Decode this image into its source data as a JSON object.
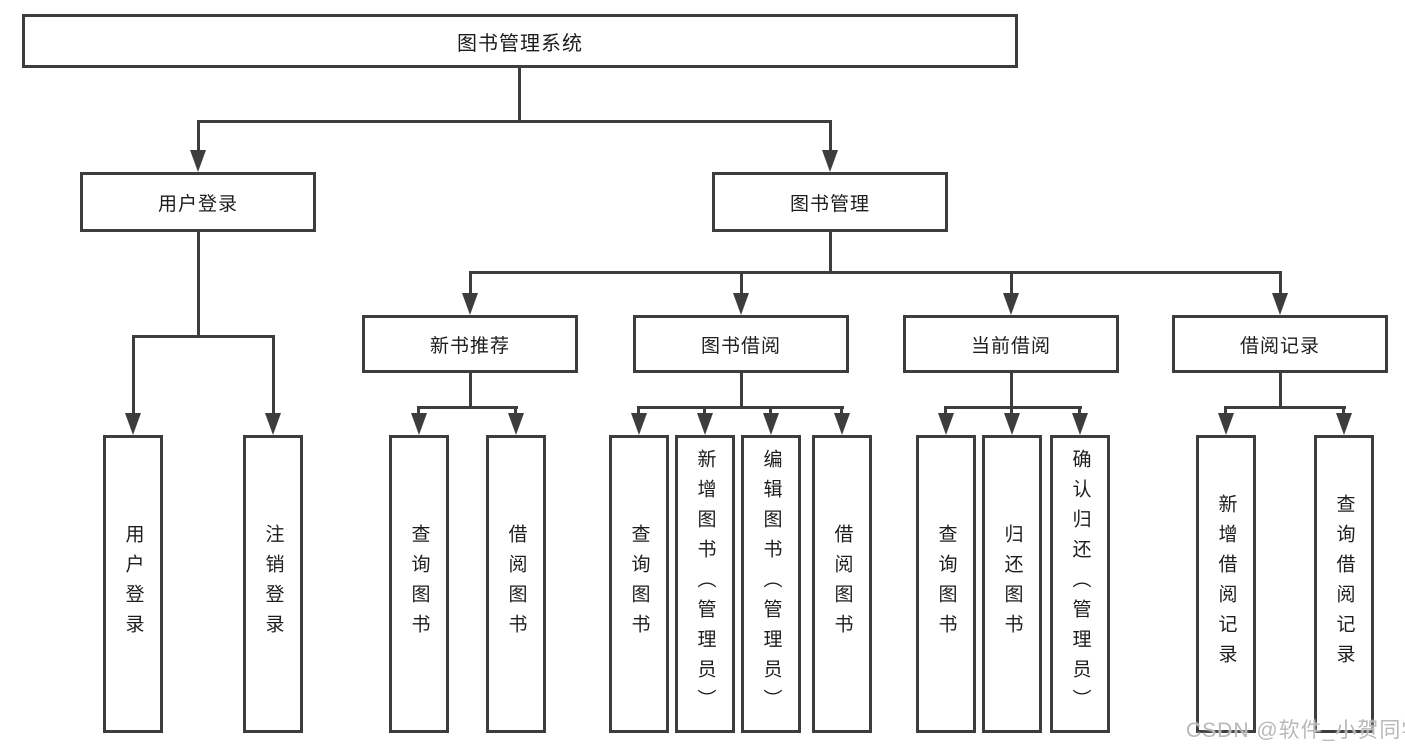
{
  "diagram": {
    "title": "图书管理系统",
    "root": {
      "label": "图书管理系统"
    },
    "branches": [
      {
        "label": "用户登录",
        "children": [
          {
            "label": "用户登录"
          },
          {
            "label": "注销登录"
          }
        ]
      },
      {
        "label": "图书管理",
        "groups": [
          {
            "label": "新书推荐",
            "children": [
              {
                "label": "查询图书"
              },
              {
                "label": "借阅图书"
              }
            ]
          },
          {
            "label": "图书借阅",
            "children": [
              {
                "label": "查询图书"
              },
              {
                "label": "新增图书（管理员）"
              },
              {
                "label": "编辑图书（管理员）"
              },
              {
                "label": "借阅图书"
              }
            ]
          },
          {
            "label": "当前借阅",
            "children": [
              {
                "label": "查询图书"
              },
              {
                "label": "归还图书"
              },
              {
                "label": "确认归还（管理员）"
              }
            ]
          },
          {
            "label": "借阅记录",
            "children": [
              {
                "label": "新增借阅记录"
              },
              {
                "label": "查询借阅记录"
              }
            ]
          }
        ]
      }
    ]
  },
  "watermark": {
    "text": "CSDN @软件_小贺同学"
  },
  "colors": {
    "line": "#3d3d3d",
    "text": "#1d1d1d",
    "background": "#ffffff",
    "watermark": "#b9b9b9"
  }
}
